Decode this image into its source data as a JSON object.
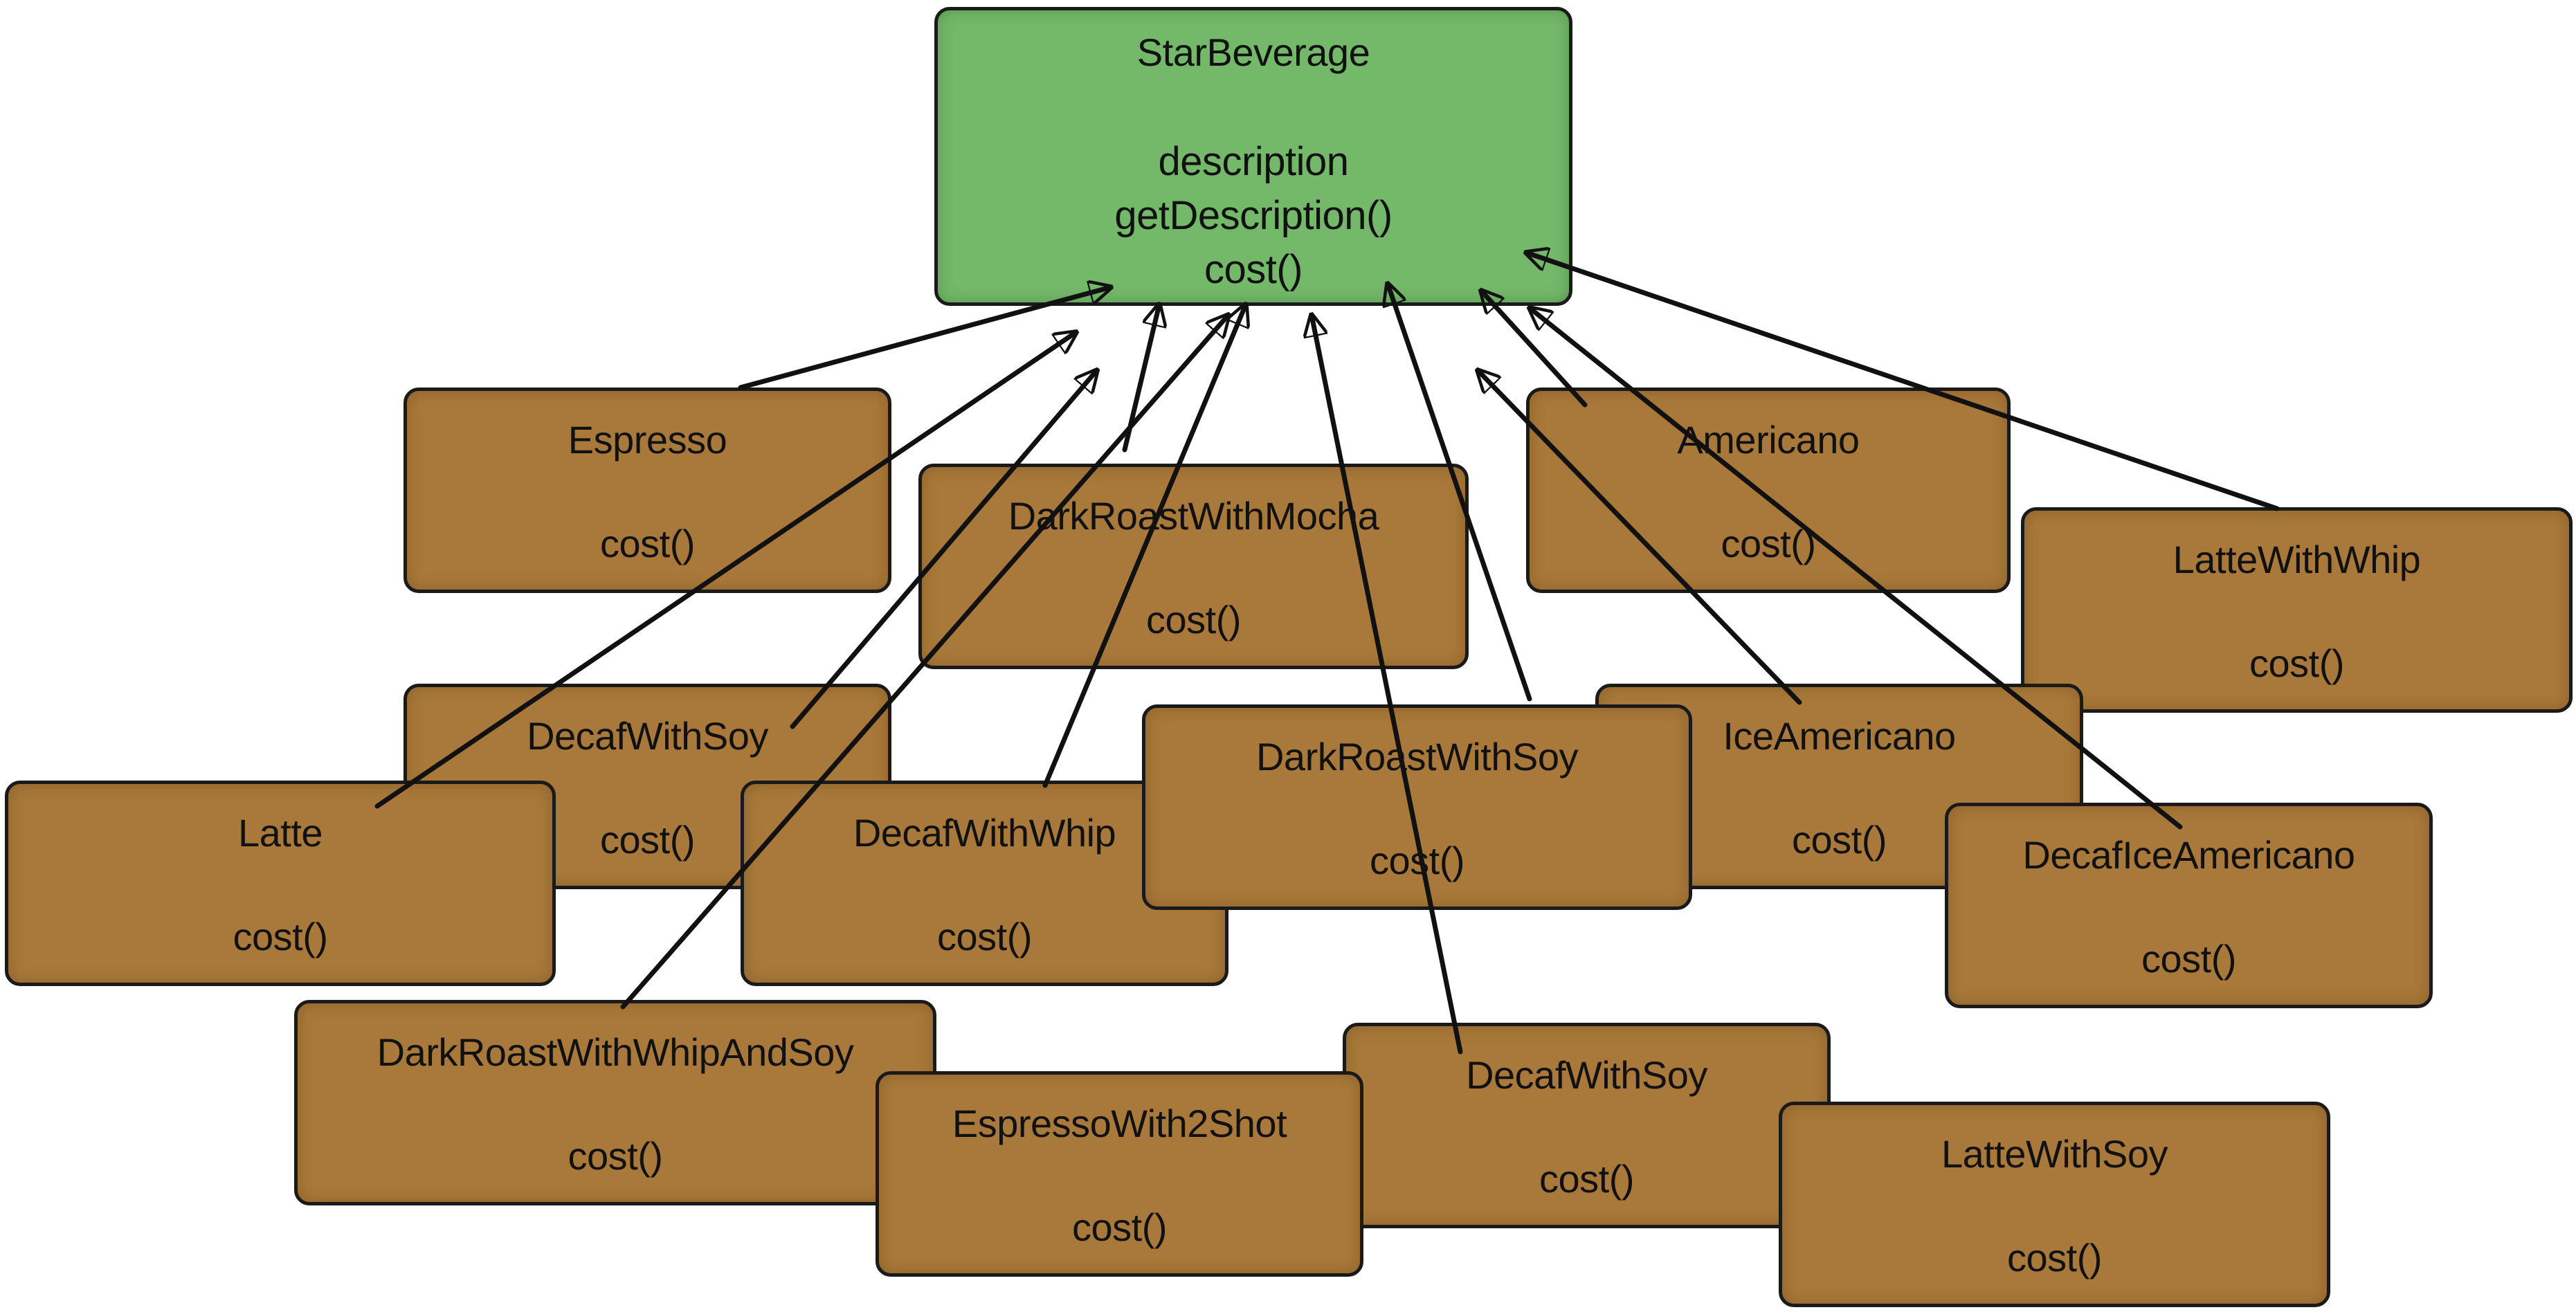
{
  "parent": {
    "name": "StarBeverage",
    "fields": [
      "description",
      "getDescription()",
      "cost()"
    ]
  },
  "subclasses": [
    {
      "name": "Espresso",
      "method": "cost()"
    },
    {
      "name": "DarkRoastWithMocha",
      "method": "cost()"
    },
    {
      "name": "Americano",
      "method": "cost()"
    },
    {
      "name": "LatteWithWhip",
      "method": "cost()"
    },
    {
      "name": "DecafWithSoy",
      "method": "cost()"
    },
    {
      "name": "IceAmericano",
      "method": "cost()"
    },
    {
      "name": "Latte",
      "method": "cost()"
    },
    {
      "name": "DecafWithWhip",
      "method": "cost()"
    },
    {
      "name": "DarkRoastWithSoy",
      "method": "cost()"
    },
    {
      "name": "DecafIceAmericano",
      "method": "cost()"
    },
    {
      "name": "DarkRoastWithWhipAndSoy",
      "method": "cost()"
    },
    {
      "name": "EspressoWith2Shot",
      "method": "cost()"
    },
    {
      "name": "DecafWithSoy",
      "method": "cost()"
    },
    {
      "name": "LatteWithSoy",
      "method": "cost()"
    }
  ],
  "colors": {
    "parent_fill": "#74b86a",
    "child_fill": "#a8793a",
    "stroke": "#111111"
  }
}
